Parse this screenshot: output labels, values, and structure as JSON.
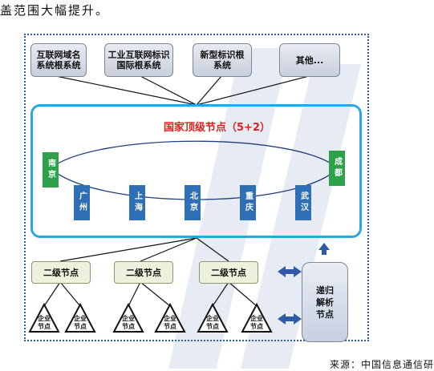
{
  "top_text": "盖范围大幅提升。",
  "root_systems": [
    {
      "label": "互联网域名\n系统根系统"
    },
    {
      "label": "工业互联网标识\n国际根系统"
    },
    {
      "label": "新型标识根\n系统"
    },
    {
      "label": "其他..."
    }
  ],
  "top_level": {
    "title": "国家顶级节点（5+2）",
    "nodes_green": [
      "南京",
      "成都"
    ],
    "nodes_blue": [
      "广州",
      "上海",
      "北京",
      "重庆",
      "武汉"
    ]
  },
  "second_level": {
    "label": "二级节点"
  },
  "enterprise_node": {
    "label": "企业\n节点"
  },
  "recursive_node": {
    "label": "递归\n解析\n节点"
  },
  "source": "来源：中国信息通信研",
  "colors": {
    "frame": "#2e5aa8",
    "top_box": "#29a8e0",
    "title": "#e02020",
    "city_blue": "#2f6fb5",
    "city_green": "#2ea24a",
    "arrow": "#2e5aa8"
  }
}
